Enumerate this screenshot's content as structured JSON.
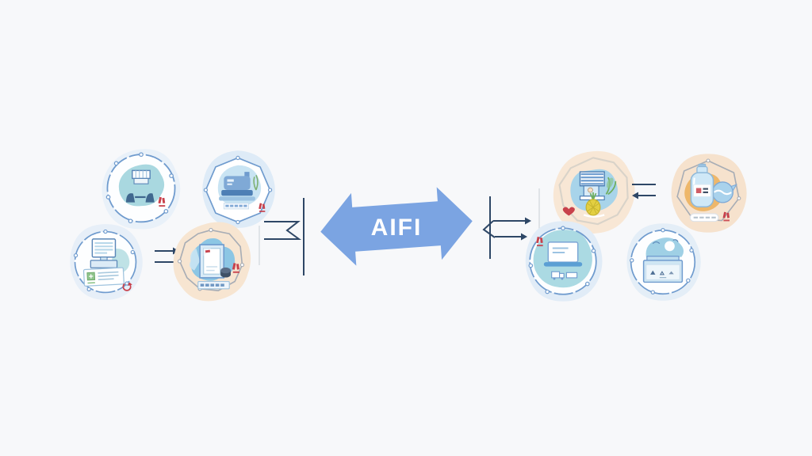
{
  "diagram": {
    "background": "#F7F8FA",
    "arrow": {
      "label": "AIFI",
      "fill": "#7BA4E2",
      "text_color": "#FFFFFF"
    },
    "palette": {
      "connector_navy": "#2E4766",
      "outline_blue": "#6F9BCE",
      "light_blue_fill": "#C7E3F2",
      "teal_fill": "#ABDAE3",
      "peach_fill": "#F7E5D2",
      "orange_fill": "#EEB76A",
      "gray_outline": "#A8ADB5",
      "red_accent": "#C8414B",
      "green_accent": "#7DB070",
      "yellow_accent": "#E3CF41",
      "faint_line": "#D9DDE2"
    },
    "left_group": {
      "nodes": [
        {
          "name": "service-counter",
          "icon": "people-at-counter-icon"
        },
        {
          "name": "workstation",
          "icon": "machine-laptop-icon"
        },
        {
          "name": "billing-desk",
          "icon": "desktop-invoice-icon"
        },
        {
          "name": "approval-document",
          "icon": "framed-document-icon"
        }
      ]
    },
    "right_group": {
      "nodes": [
        {
          "name": "market-stall",
          "icon": "stall-with-pineapple-icon"
        },
        {
          "name": "water-supply",
          "icon": "water-jug-icon"
        },
        {
          "name": "online-order",
          "icon": "laptop-delivery-icon"
        },
        {
          "name": "record-box",
          "icon": "box-with-triangles-icon"
        }
      ]
    }
  }
}
